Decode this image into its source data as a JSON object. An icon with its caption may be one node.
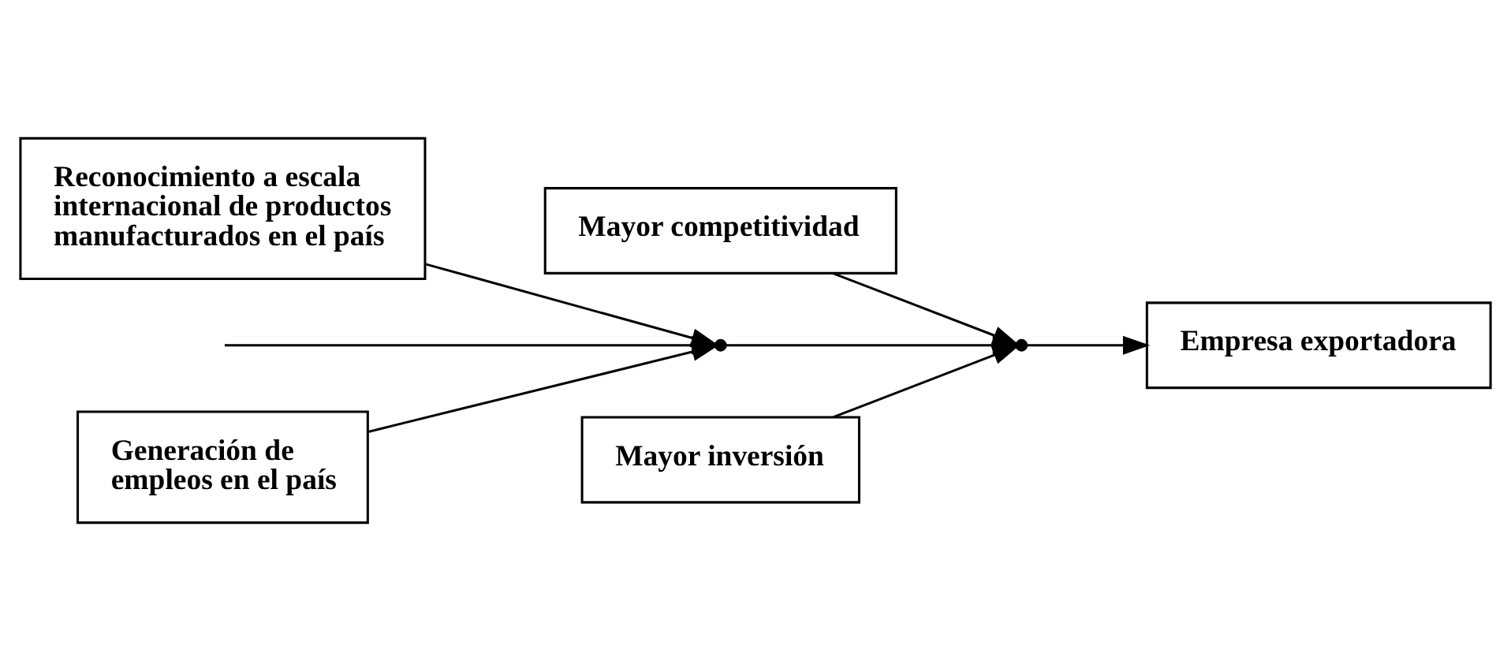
{
  "diagram": {
    "nodes": [
      {
        "text": [
          "Reconocimiento a escala internacional de productos manufacturados en el país"
        ]
      },
      {
        "text": [
          "Mayor competitividad"
        ]
      },
      {
        "text": [],
        "shape": "point"
      },
      {
        "text": [],
        "shape": "point"
      },
      {
        "text": [
          "Empresa exportadora"
        ]
      },
      {
        "text": [
          "Generación de empleos en el país"
        ]
      },
      {
        "text": [
          "Mayor inversión"
        ]
      }
    ],
    "edges": [
      {
        "from": null,
        "to": 2,
        "arrow": "to"
      },
      {
        "from": 0,
        "to": 2,
        "arrow": "to"
      },
      {
        "from": 5,
        "to": 2,
        "arrow": "to"
      },
      {
        "from": 2,
        "to": 3,
        "arrow": "to"
      },
      {
        "from": 1,
        "to": 3,
        "arrow": "to"
      },
      {
        "from": 6,
        "to": 3,
        "arrow": "to"
      },
      {
        "from": 3,
        "to": 4,
        "arrow": "to"
      }
    ]
  }
}
